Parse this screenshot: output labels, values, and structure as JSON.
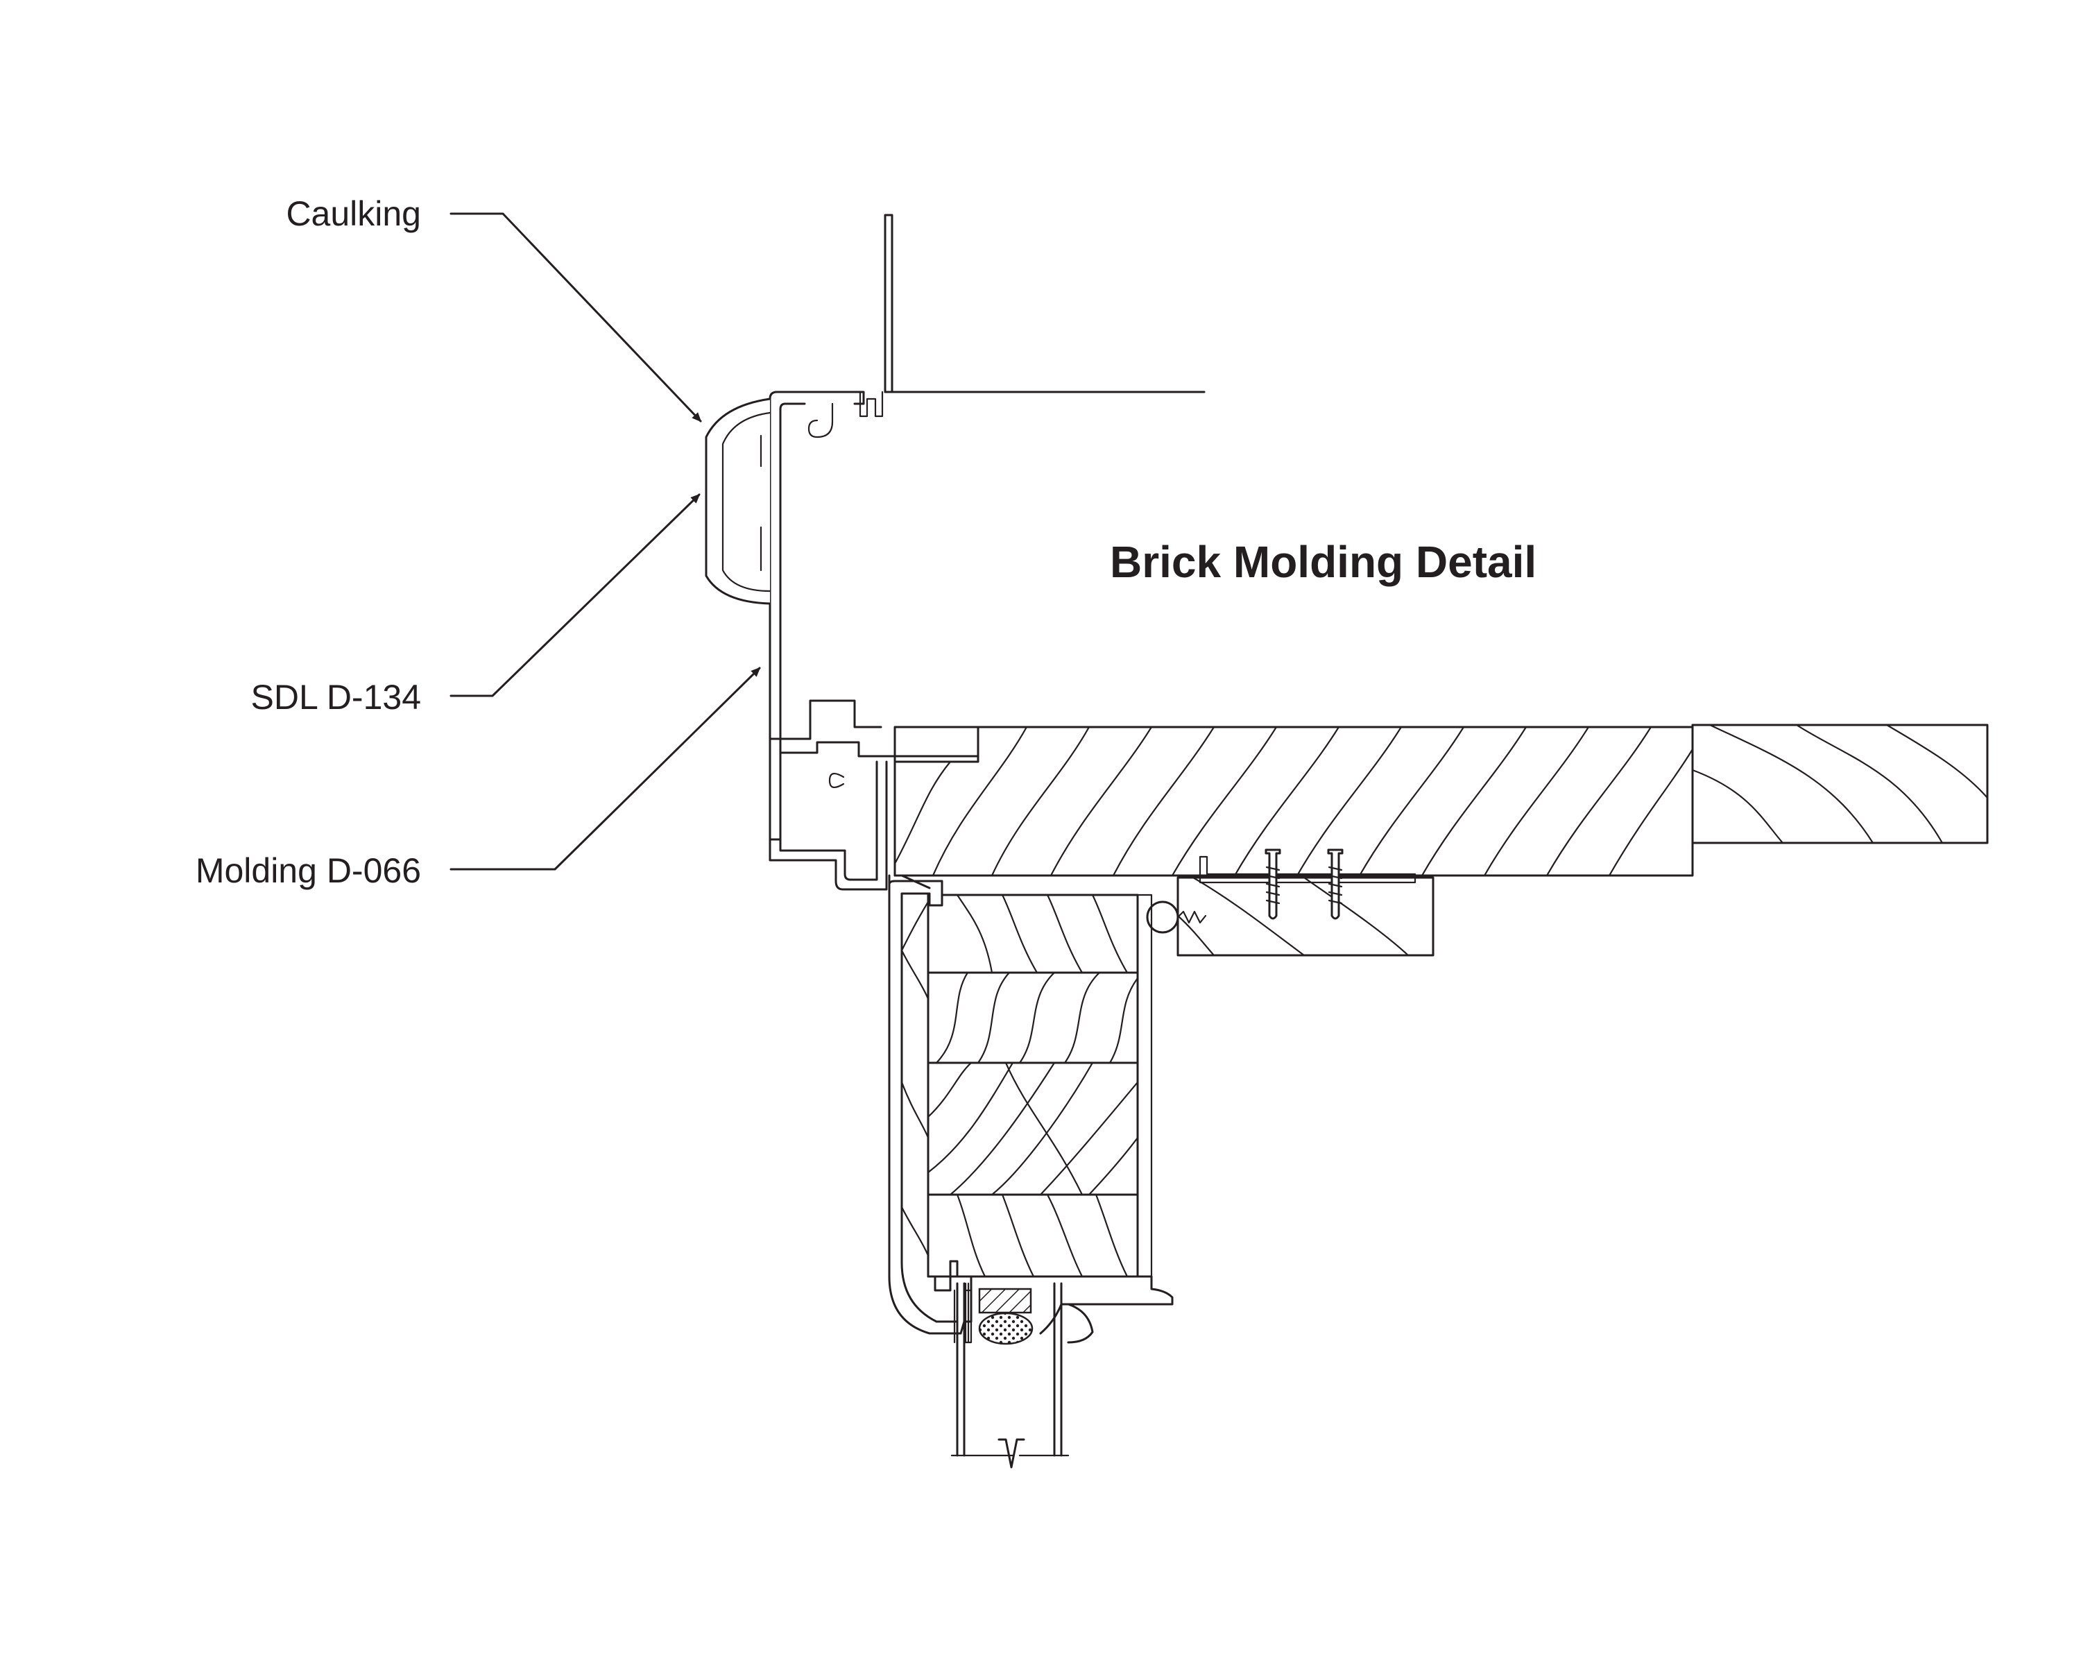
{
  "title": "Brick Molding Detail",
  "callouts": [
    {
      "id": "caulking",
      "label": "Caulking"
    },
    {
      "id": "sdl",
      "label": "SDL D-134"
    },
    {
      "id": "molding",
      "label": "Molding D-066"
    }
  ],
  "colors": {
    "line": "#231f20",
    "background": "#ffffff"
  }
}
